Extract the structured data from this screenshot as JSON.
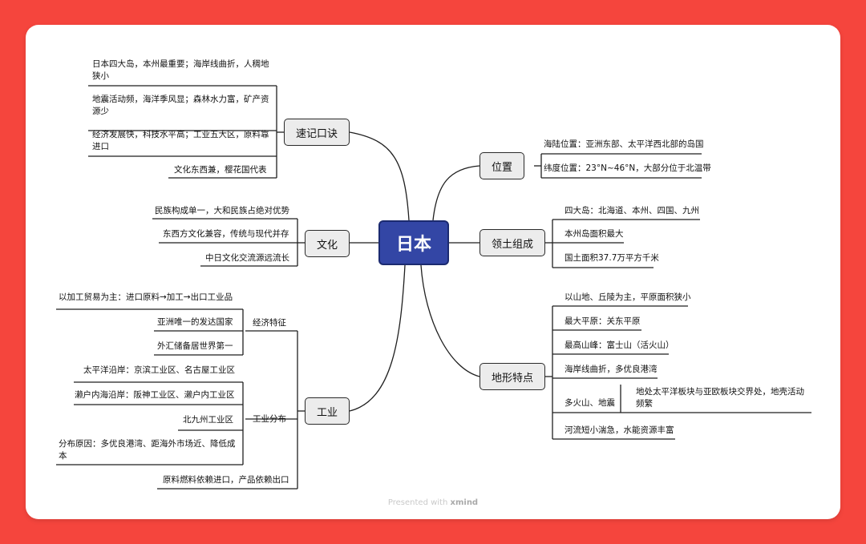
{
  "center": "日本",
  "branches": {
    "mnemonic": {
      "label": "速记口诀",
      "items": [
        "日本四大岛，本州最重要；海岸线曲折，人稠地狭小",
        "地震活动频，海洋季风显；森林水力富，矿产资源少",
        "经济发展快，科技水平高；工业五大区，原料靠进口",
        "文化东西兼，樱花国代表"
      ]
    },
    "culture": {
      "label": "文化",
      "items": [
        "民族构成单一，大和民族占绝对优势",
        "东西方文化兼容，传统与现代并存",
        "中日文化交流源远流长"
      ]
    },
    "industry": {
      "label": "工业",
      "economy": {
        "label": "经济特征",
        "items": [
          "以加工贸易为主：进口原料→加工→出口工业品",
          "亚洲唯一的发达国家",
          "外汇储备居世界第一"
        ]
      },
      "distribution": {
        "label": "工业分布",
        "items": [
          "太平洋沿岸：京滨工业区、名古屋工业区",
          "濑户内海沿岸：阪神工业区、濑户内工业区",
          "北九州工业区",
          "分布原因：多优良港湾、距海外市场近、降低成本"
        ]
      },
      "extra": "原料燃料依赖进口，产品依赖出口"
    },
    "location": {
      "label": "位置",
      "items": [
        "海陆位置：亚洲东部、太平洋西北部的岛国",
        "纬度位置：23°N~46°N，大部分位于北温带"
      ]
    },
    "territory": {
      "label": "领土组成",
      "items": [
        "四大岛：北海道、本州、四国、九州",
        "本州岛面积最大",
        "国土面积37.7万平方千米"
      ]
    },
    "terrain": {
      "label": "地形特点",
      "items": [
        "以山地、丘陵为主，平原面积狭小",
        "最大平原：关东平原",
        "最高山峰：富士山（活火山）",
        "海岸线曲折，多优良港湾",
        "多火山、地震",
        "河流短小湍急，水能资源丰富"
      ],
      "volcano_detail": "地处太平洋板块与亚欧板块交界处，地壳活动频繁"
    }
  },
  "footer": {
    "prefix": "Presented with",
    "brand": "xmind"
  },
  "colors": {
    "background": "#f5453d",
    "card": "#ffffff",
    "center_fill": "#3346a5",
    "node_fill": "#ececec"
  }
}
